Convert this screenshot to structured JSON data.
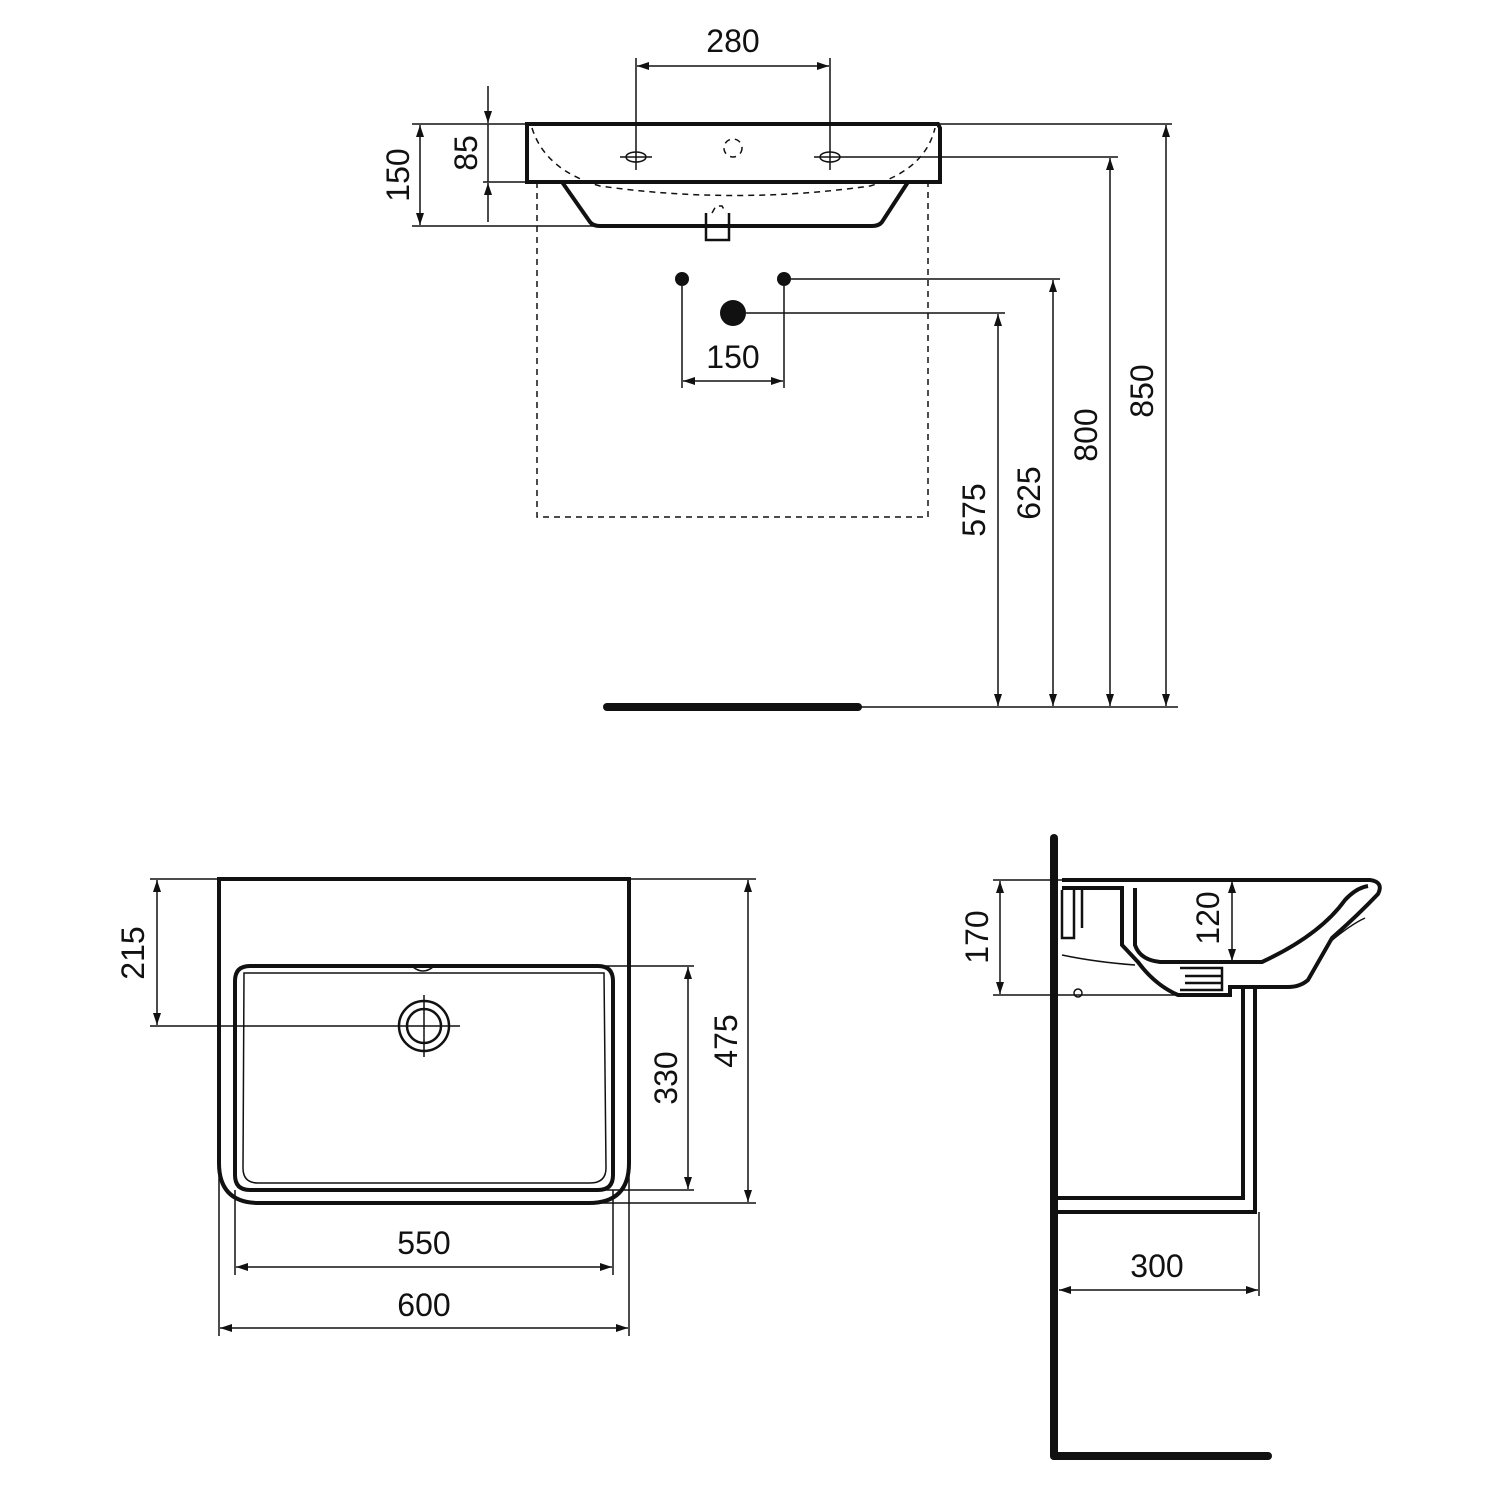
{
  "dimensions": {
    "front": {
      "tap_hole_spacing": "280",
      "basin_height": "150",
      "rim_thickness": "85",
      "supply_spacing": "150",
      "drain_height": "575",
      "supply_height": "625",
      "tap_hole_height": "800",
      "rim_height": "850"
    },
    "plan": {
      "waste_from_wall": "215",
      "bowl_depth": "330",
      "overall_depth": "475",
      "bowl_width": "550",
      "overall_width": "600"
    },
    "side": {
      "front_height": "170",
      "bowl_depth": "120",
      "pedestal_projection": "300"
    }
  },
  "colors": {
    "line": "#111111",
    "background": "#ffffff"
  }
}
